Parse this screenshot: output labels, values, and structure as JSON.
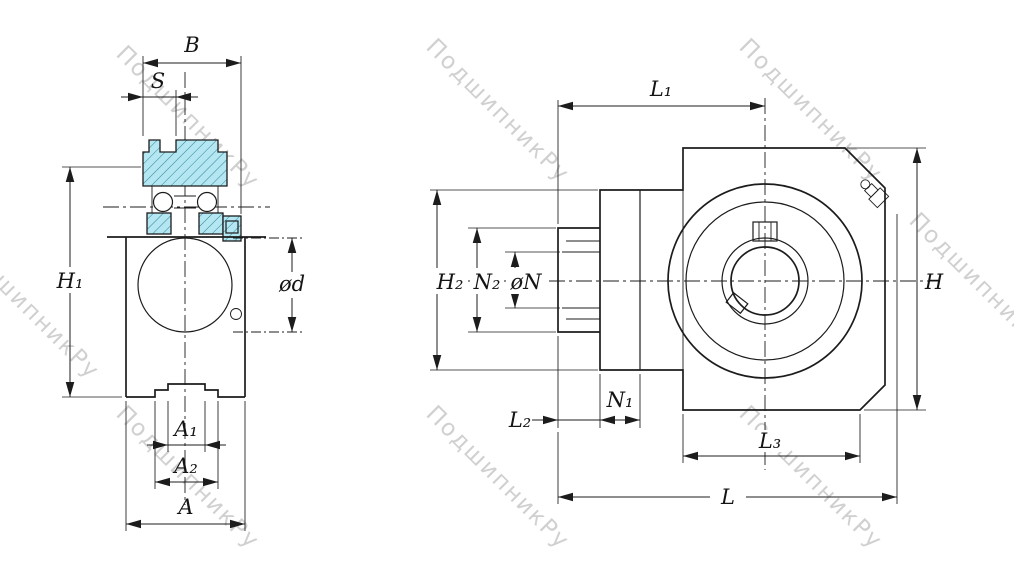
{
  "watermark": {
    "text": "ПодшипникРу"
  },
  "colors": {
    "bearing_fill": "#b4e7f2",
    "hatch_line": "#2e8196",
    "screw_fill": "#d8d8d8",
    "watermark": "#c8c8c8"
  },
  "left_view": {
    "dim_B": "B",
    "dim_S": "S",
    "dim_H1": "H₁",
    "dim_od": "ød",
    "dim_A1": "A₁",
    "dim_A2": "A₂",
    "dim_A": "A"
  },
  "right_view": {
    "dim_L1": "L₁",
    "dim_H2": "H₂",
    "dim_N2": "N₂",
    "dim_oN": "øN",
    "dim_H": "H",
    "dim_L2": "L₂",
    "dim_N1": "N₁",
    "dim_L3": "L₃",
    "dim_L": "L"
  }
}
